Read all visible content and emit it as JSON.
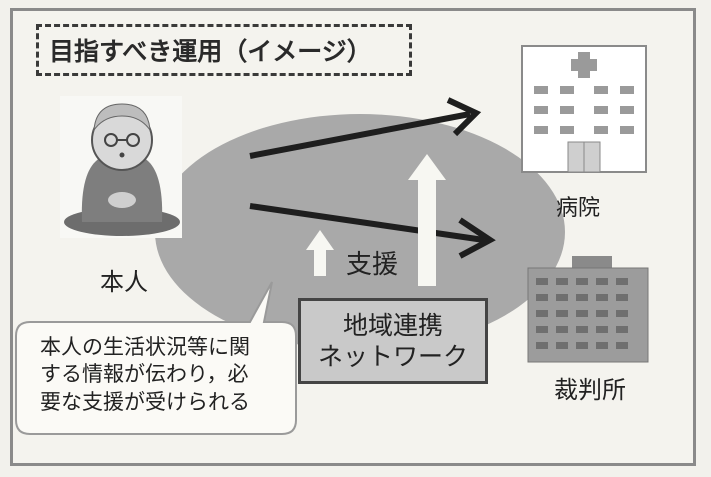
{
  "title": "目指すべき運用（イメージ）",
  "person_label": "本人",
  "hospital_label": "病院",
  "court_label": "裁判所",
  "support_label": "支援",
  "network": {
    "line1": "地域連携",
    "line2": "ネットワーク"
  },
  "bubble": {
    "line1": "本人の生活状況等に関",
    "line2": "する情報が伝わり，必",
    "line3": "要な支援が受けられる"
  },
  "colors": {
    "blob": "#a9a9a9",
    "arrow": "#1e1e1e",
    "support_arrow": "#f7f7f2"
  }
}
